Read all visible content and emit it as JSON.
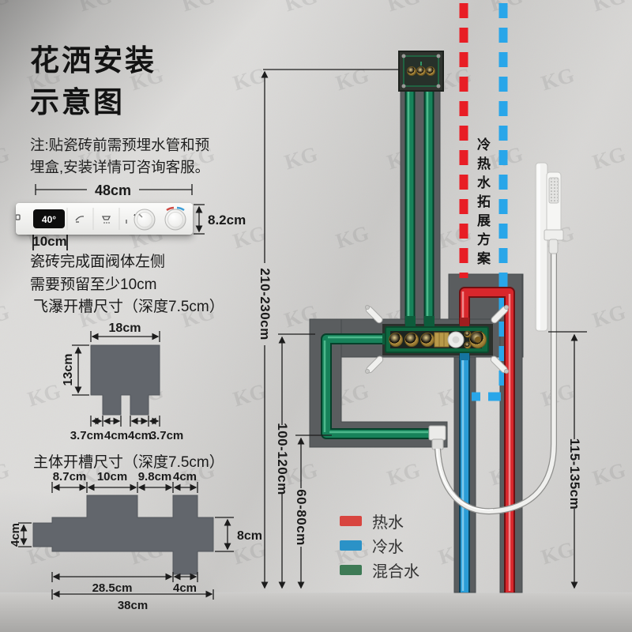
{
  "title": {
    "line1": "花洒安装",
    "line2": "示意图"
  },
  "note": {
    "line1": "注:贴瓷砖前需预埋水管和预",
    "line2": "埋盒,安装详情可咨询客服。"
  },
  "panel": {
    "width_label": "48cm",
    "height_label": "8.2cm",
    "offset_label": "10cm",
    "display_value": "40°",
    "clearance_line1": "瓷砖完成面阀体左侧",
    "clearance_line2": "需要预留至少10cm"
  },
  "waterfall_slot": {
    "title": "飞瀑开槽尺寸（深度7.5cm）",
    "width_label": "18cm",
    "height_label": "13cm",
    "bottom_labels": [
      "3.7cm",
      "4cm",
      "4cm",
      "3.7cm"
    ]
  },
  "main_slot": {
    "title": "主体开槽尺寸（深度7.5cm）",
    "top_labels": [
      "8.7cm",
      "10cm",
      "9.8cm",
      "4cm"
    ],
    "left_label": "4cm",
    "right_label": "8cm",
    "bottom_labels": [
      "28.5cm",
      "4cm",
      "38cm"
    ]
  },
  "plumbing": {
    "dim_shower_height": "210-230cm",
    "dim_valve_height": "100-120cm",
    "dim_outlet_height": "60-80cm",
    "dim_handheld_height": "115-135cm",
    "extension_label": "冷热水拓展方案"
  },
  "legend": {
    "items": [
      {
        "label": "热水",
        "color": "#d8453f"
      },
      {
        "label": "冷水",
        "color": "#2b92c7"
      },
      {
        "label": "混合水",
        "color": "#3e7a55"
      }
    ]
  },
  "watermark": {
    "text": "KG"
  },
  "colors": {
    "hot_pipe": "#d8272c",
    "cold_pipe": "#2a9cd6",
    "mixed_pipe": "#17825a",
    "hot_dashed": "#e81e25",
    "cold_dashed": "#29a6e9",
    "slot_fill": "#62666c",
    "wall": "#d4d3d1"
  }
}
